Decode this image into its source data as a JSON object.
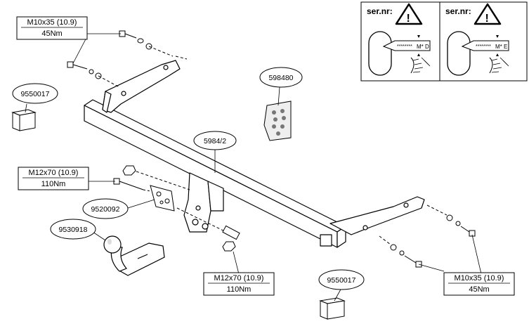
{
  "callouts": {
    "bolt_top": {
      "spec": "M10x35 (10.9)",
      "torque": "45Nm"
    },
    "bolt_left": {
      "spec": "M12x70 (10.9)",
      "torque": "110Nm"
    },
    "bolt_bottom": {
      "spec": "M12x70 (10.9)",
      "torque": "110Nm"
    },
    "bolt_right": {
      "spec": "M10x35 (10.9)",
      "torque": "45Nm"
    }
  },
  "part_labels": {
    "electric_kit_top": "9550017",
    "electric_kit_bottom": "9550017",
    "bolt_bag": "598480",
    "main_bar": "5984/2",
    "plate": "9520092",
    "ball": "9530918"
  },
  "serial_panels": [
    {
      "title": "ser.nr:",
      "code": "M*",
      "letter": "D",
      "stars": "********"
    },
    {
      "title": "ser.nr:",
      "code": "M*",
      "letter": "E",
      "stars": "********"
    }
  ]
}
